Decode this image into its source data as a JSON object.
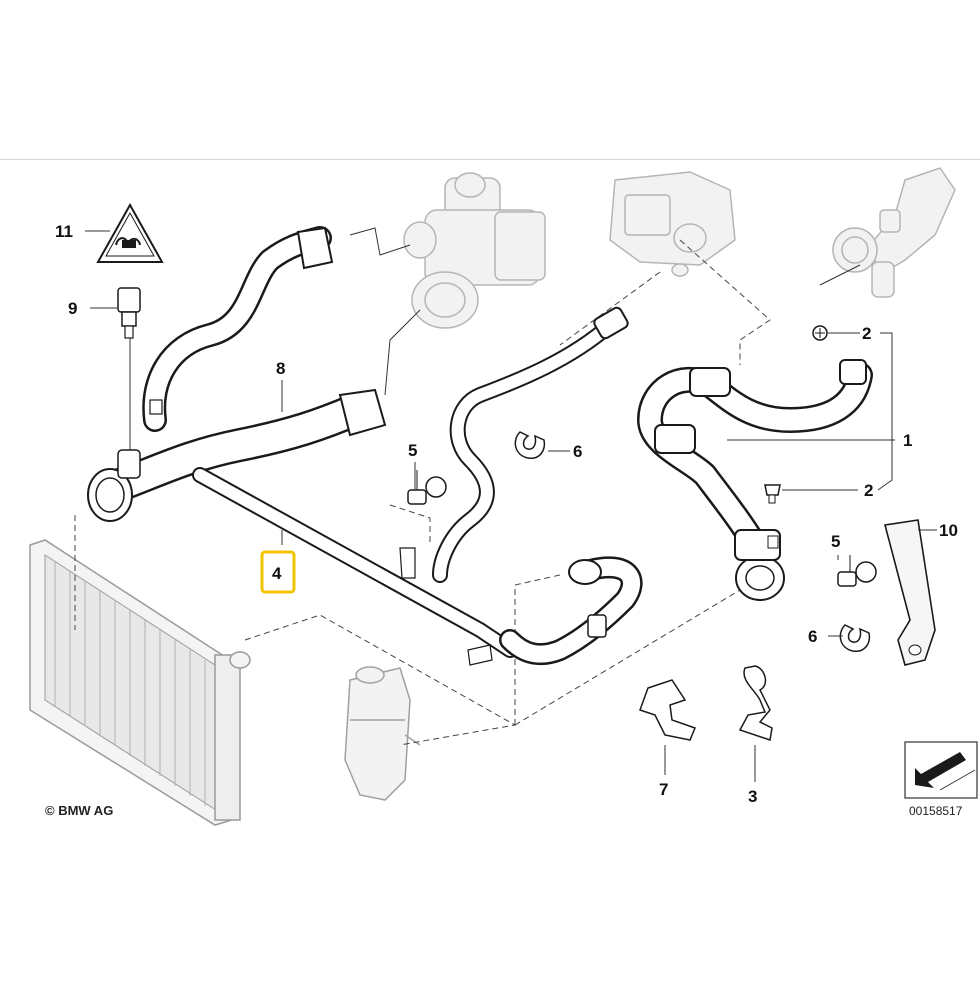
{
  "diagram": {
    "callouts": {
      "c1": "1",
      "c2a": "2",
      "c2b": "2",
      "c3": "3",
      "c4": "4",
      "c5a": "5",
      "c5b": "5",
      "c6a": "6",
      "c6b": "6",
      "c7": "7",
      "c8": "8",
      "c9": "9",
      "c10": "10",
      "c11": "11"
    },
    "highlight_color": "#f2c300",
    "credit": "© BMW AG",
    "image_code": "00158517"
  }
}
